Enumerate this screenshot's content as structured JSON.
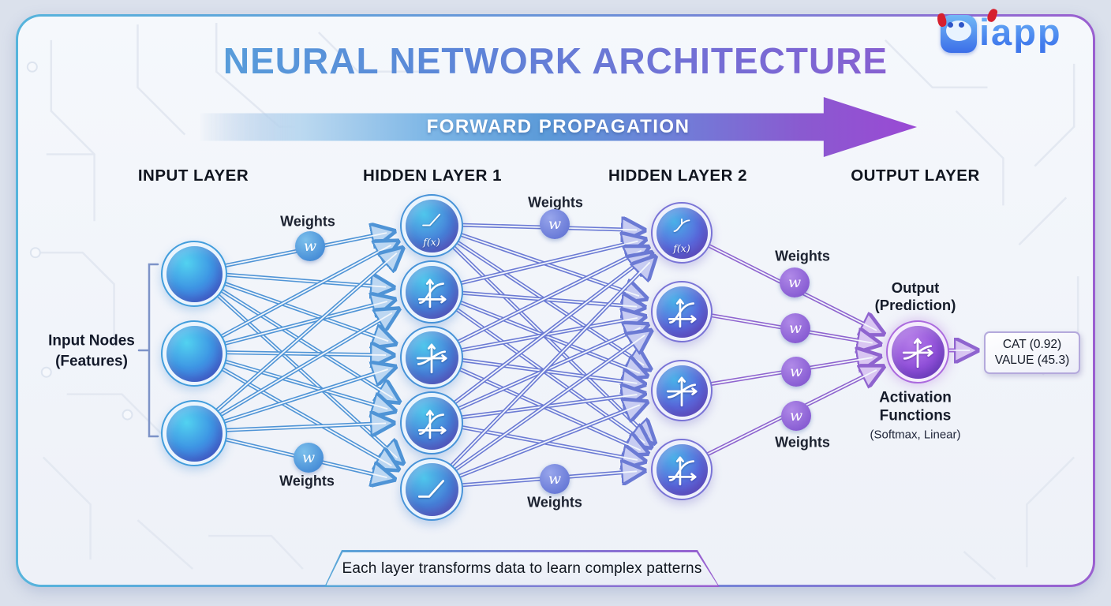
{
  "logo": {
    "icon": "robot-face",
    "text": "iapp"
  },
  "title": "NEURAL NETWORK ARCHITECTURE",
  "flow_banner": "FORWARD PROPAGATION",
  "layer_labels": {
    "input": "INPUT LAYER",
    "hidden1": "HIDDEN LAYER 1",
    "hidden2": "HIDDEN LAYER 2",
    "output": "OUTPUT LAYER"
  },
  "input_annotation": {
    "line1": "Input Nodes",
    "line2": "(Features)"
  },
  "labels": {
    "weights": "Weights",
    "w": "w",
    "fx": "f(x)"
  },
  "output_section": {
    "title_line1": "Output",
    "title_line2": "(Prediction)",
    "result_line1": "CAT (0.92)",
    "result_line2": "VALUE (45.3)",
    "activation_line1": "Activation",
    "activation_line2": "Functions",
    "activation_sub": "(Softmax, Linear)"
  },
  "footer": "Each layer transforms data to learn complex patterns",
  "network": {
    "input_nodes": 3,
    "hidden1_nodes": 5,
    "hidden2_nodes": 4,
    "output_nodes": 1
  },
  "colors": {
    "frame_gradient_start": "#56b4dc",
    "frame_gradient_end": "#9a5fd0",
    "wire_blue": "#4f94d6",
    "wire_indigo": "#6b7ad4",
    "wire_purple": "#8f64cf",
    "badge_blue": "#4a90d8",
    "badge_indigo": "#6b7cd8",
    "badge_purple": "#8a5fd4",
    "logo_red": "#d6202e"
  }
}
